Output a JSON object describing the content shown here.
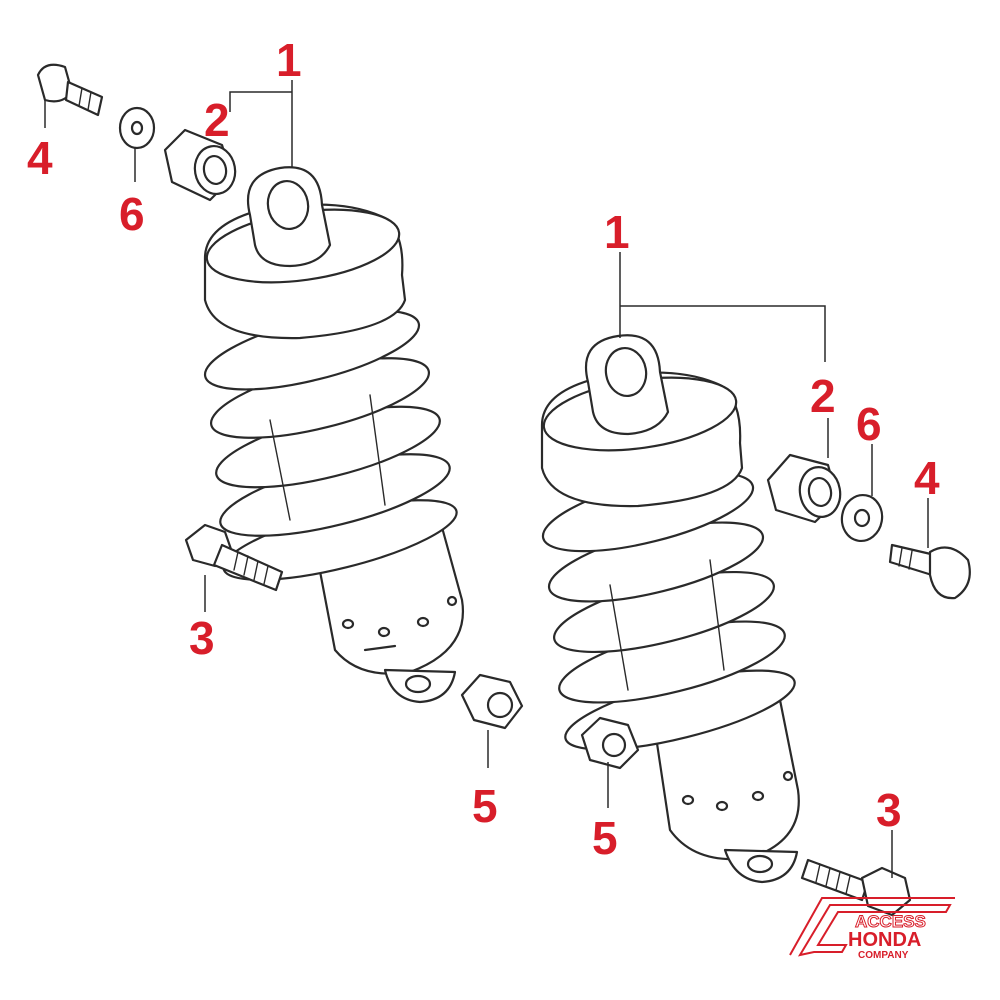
{
  "colors": {
    "callout": "#d81e2a",
    "outline": "#2a2a2a",
    "logo": "#d81e2a"
  },
  "callouts": [
    {
      "id": "c1a",
      "label": "1"
    },
    {
      "id": "c2a",
      "label": "2"
    },
    {
      "id": "c4a",
      "label": "4"
    },
    {
      "id": "c6a",
      "label": "6"
    },
    {
      "id": "c3a",
      "label": "3"
    },
    {
      "id": "c5a",
      "label": "5"
    },
    {
      "id": "c1b",
      "label": "1"
    },
    {
      "id": "c2b",
      "label": "2"
    },
    {
      "id": "c6b",
      "label": "6"
    },
    {
      "id": "c4b",
      "label": "4"
    },
    {
      "id": "c5b",
      "label": "5"
    },
    {
      "id": "c3b",
      "label": "3"
    }
  ],
  "logo": {
    "line1": "ACCESS",
    "line2": "HONDA",
    "line3": "COMPANY"
  }
}
